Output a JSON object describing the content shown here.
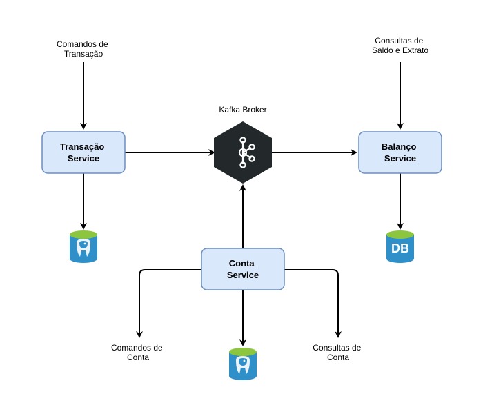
{
  "colors": {
    "service_fill": "#dae8fc",
    "service_stroke": "#6c8ebf",
    "edge": "#000000",
    "kafka_fill": "#23292b",
    "db_blue": "#2f8fc9",
    "db_green": "#8cc63e"
  },
  "nodes": {
    "transacao": {
      "line1": "Transação",
      "line2": "Service"
    },
    "balanco": {
      "line1": "Balanço",
      "line2": "Service"
    },
    "conta": {
      "line1": "Conta",
      "line2": "Service"
    },
    "kafka": {
      "label": "Kafka Broker",
      "icon": "kafka-icon"
    }
  },
  "labels": {
    "comandos_transacao": {
      "line1": "Comandos de",
      "line2": "Transação"
    },
    "consultas_saldo": {
      "line1": "Consultas de",
      "line2": "Saldo e Extrato"
    },
    "comandos_conta": {
      "line1": "Comandos de",
      "line2": "Conta"
    },
    "consultas_conta": {
      "line1": "Consultas de",
      "line2": "Conta"
    }
  },
  "databases": {
    "transacao_db": {
      "icon": "postgresql-icon"
    },
    "balanco_db": {
      "icon": "database-icon",
      "text": "DB"
    },
    "conta_db": {
      "icon": "postgresql-icon"
    }
  }
}
